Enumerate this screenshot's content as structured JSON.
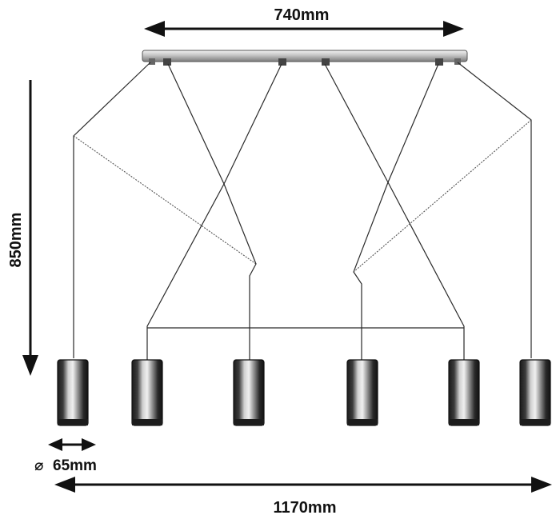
{
  "dimensions": {
    "canopy_width": "740mm",
    "drop_height": "850mm",
    "shade_diameter_symbol": "⌀",
    "shade_diameter": "65mm",
    "total_width": "1170mm"
  },
  "colors": {
    "line": "#111111",
    "shade_dark": "#1a1a1a",
    "shade_mid": "#6a6a6a",
    "shade_light": "#d8d8d8"
  }
}
